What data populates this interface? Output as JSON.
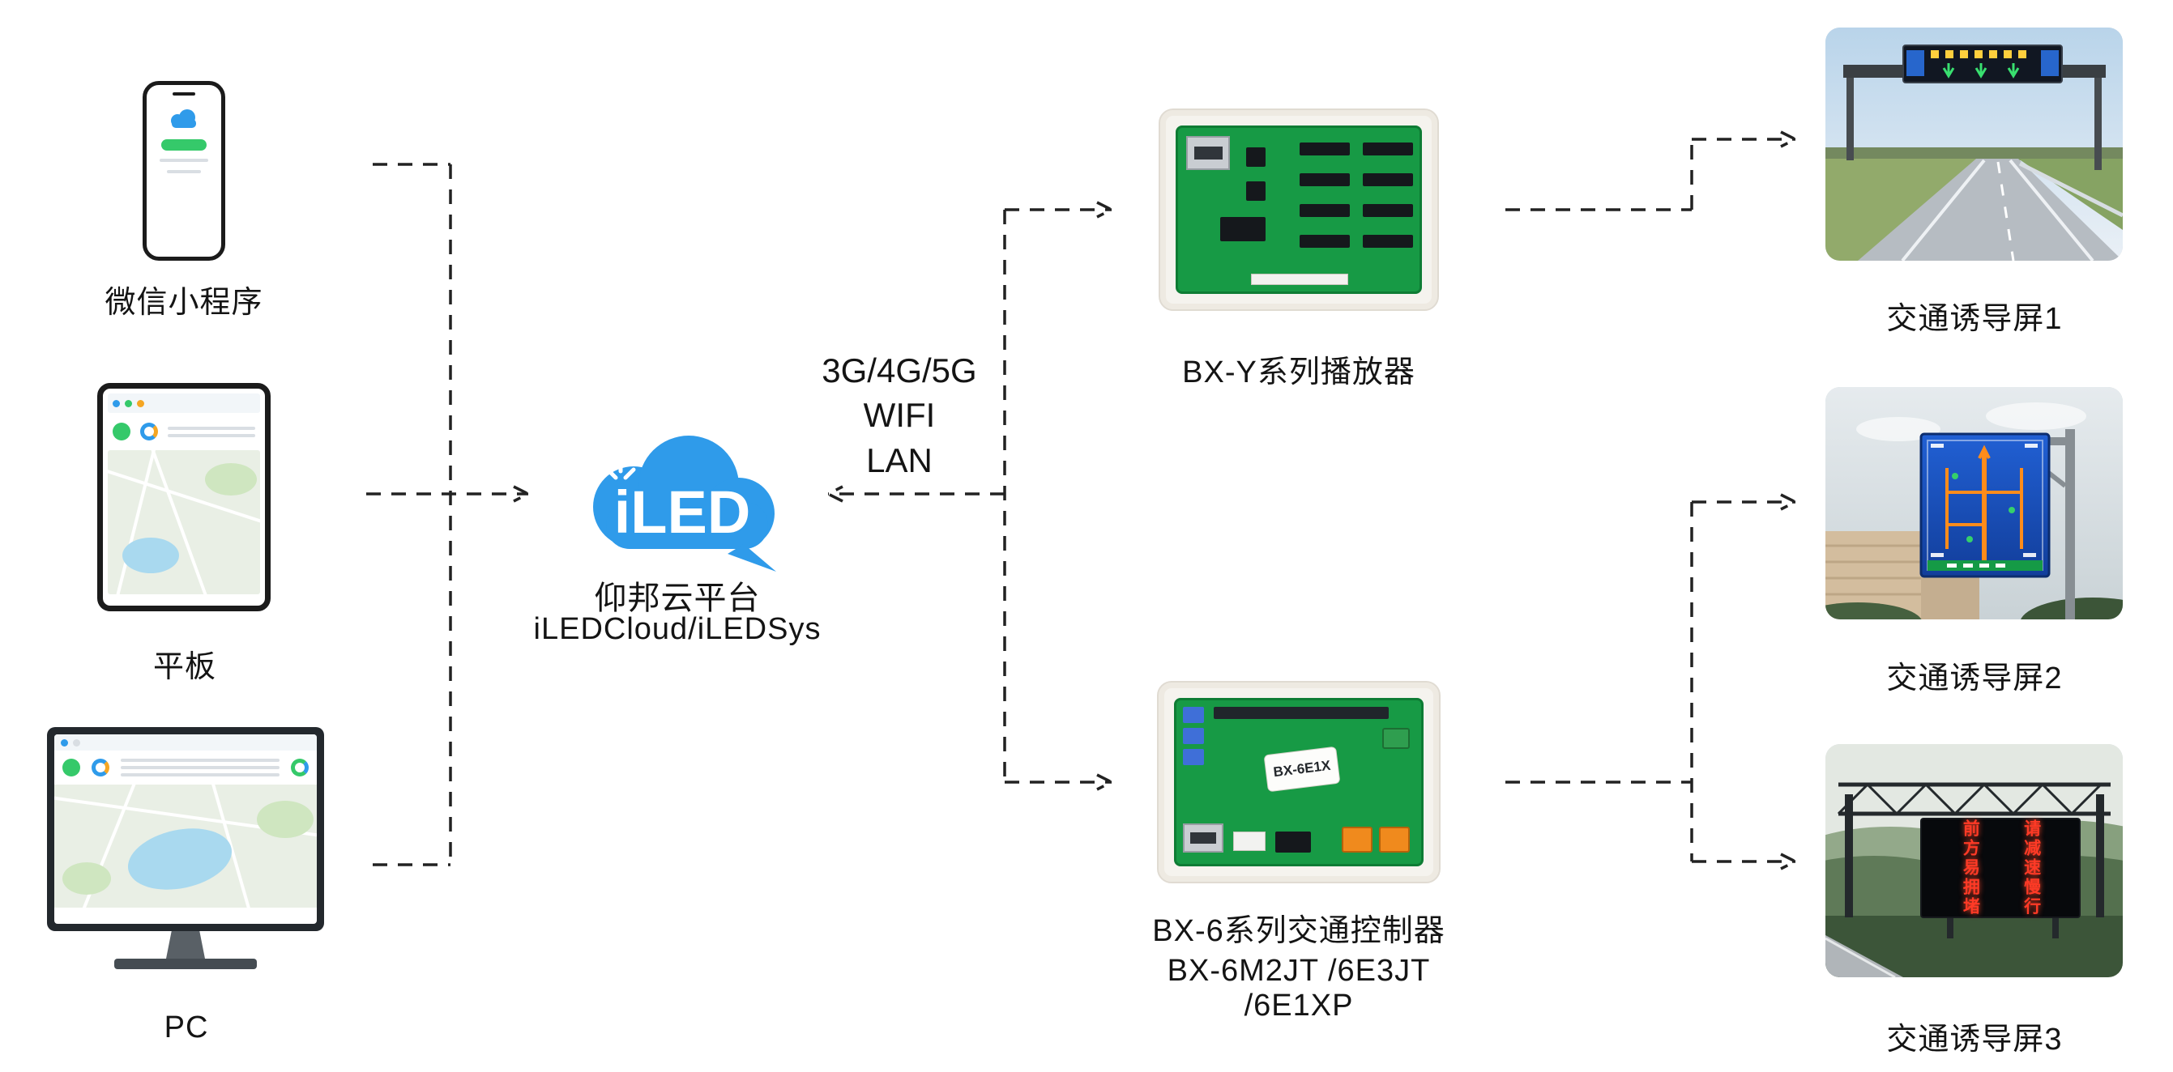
{
  "devices": [
    {
      "label": "微信小程序"
    },
    {
      "label": "平板"
    },
    {
      "label": "PC"
    }
  ],
  "cloud": {
    "logo_text": "iLED",
    "platform_name": "仰邦云平台",
    "platform_sub": "iLEDCloud/iLEDSys"
  },
  "network": {
    "line1": "3G/4G/5G",
    "line2": "WIFI",
    "line3": "LAN"
  },
  "controllers": [
    {
      "label": "BX-Y系列播放器"
    },
    {
      "label": "BX-6系列交通控制器",
      "sublabel": "BX-6M2JT /6E3JT /6E1XP",
      "board_sticker": "BX-6E1X"
    }
  ],
  "displays": [
    {
      "label": "交通诱导屏1"
    },
    {
      "label": "交通诱导屏2"
    },
    {
      "label": "交通诱导屏3",
      "led_text_col1": "前方易拥堵",
      "led_text_col2": "请减速慢行"
    }
  ],
  "colors": {
    "accent_blue": "#2f9bea",
    "arrow": "#222222",
    "pcb_green": "#179a45",
    "led_red": "#ff3a26",
    "app_green": "#35c96a"
  }
}
